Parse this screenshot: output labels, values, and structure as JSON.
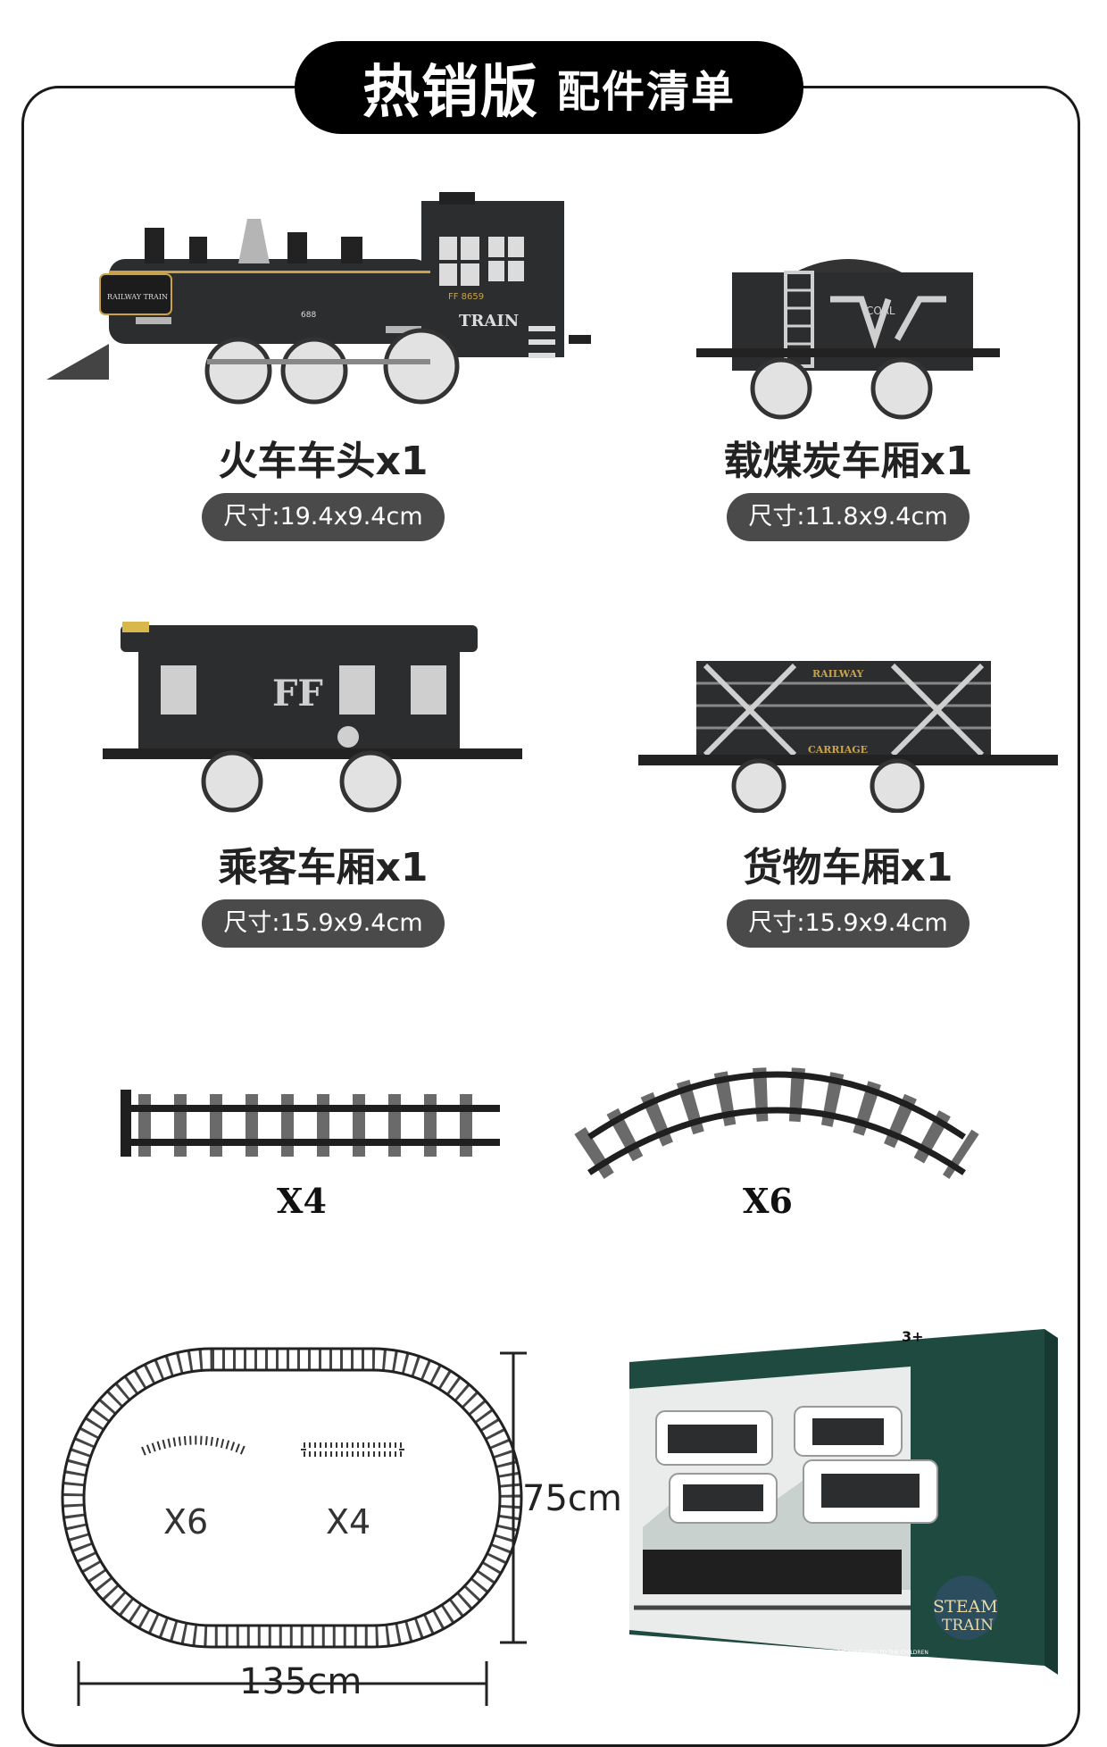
{
  "header": {
    "title_main": "热销版",
    "title_sub": "配件清单"
  },
  "items": [
    {
      "name": "火车车头x1",
      "size": "尺寸:19.4x9.4cm"
    },
    {
      "name": "载煤炭车厢x1",
      "size": "尺寸:11.8x9.4cm"
    },
    {
      "name": "乘客车厢x1",
      "size": "尺寸:15.9x9.4cm"
    },
    {
      "name": "货物车厢x1",
      "size": "尺寸:15.9x9.4cm"
    }
  ],
  "tracks": {
    "straight_qty": "X4",
    "curved_qty": "X6"
  },
  "layout_diagram": {
    "curved_label": "X6",
    "straight_label": "X4",
    "width": "135cm",
    "height": "75cm"
  },
  "loco_text": {
    "plate": "RAILWAY TRAIN",
    "number": "FF 8659",
    "brand": "TRAIN",
    "small": "688"
  },
  "tender_text": {
    "label": "COAL"
  },
  "freight_text": {
    "top": "RAILWAY",
    "bottom": "CARRIAGE"
  },
  "passenger_text": {
    "logo": "FF"
  },
  "box": {
    "age": "3+",
    "name_line1": "STEAM",
    "name_line2": "TRAIN",
    "tagline": "GIVE THE BEST TOYS TO THE CHILDREN"
  },
  "colors": {
    "dark": "#2b2d2e",
    "pill": "#4a4a4a",
    "box_green": "#1f4a40"
  }
}
